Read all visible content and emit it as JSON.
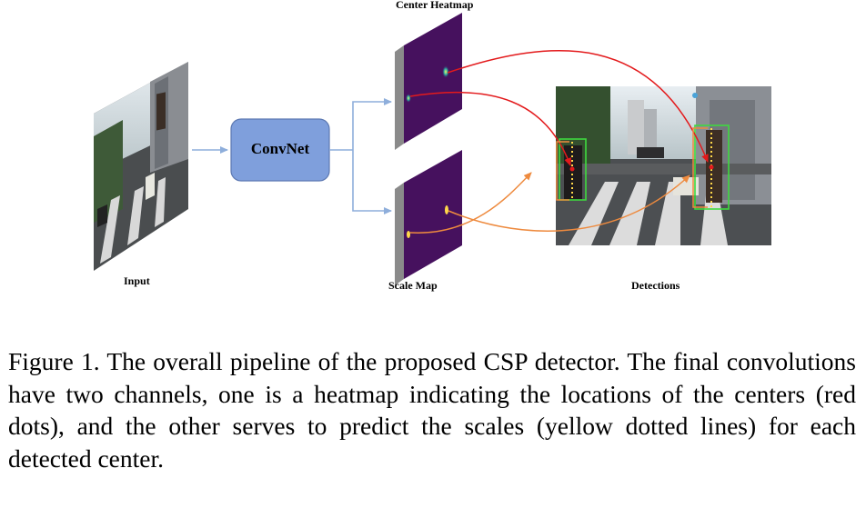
{
  "figure": {
    "labels": {
      "input": "Input",
      "convnet": "ConvNet",
      "center_heatmap": "Center Heatmap",
      "scale_map": "Scale Map",
      "detections": "Detections"
    },
    "colors": {
      "convnet_fill": "#7f9fdc",
      "map_fill": "#46115e",
      "center_arrow": "#e31a1c",
      "scale_arrow": "#ee8a3e",
      "flow_arrow": "#8eaedb",
      "box_green": "#3fd93f",
      "scale_dots": "#ffd84a"
    }
  },
  "caption": {
    "text": "Figure 1. The overall pipeline of the proposed CSP detector. The final convolutions have two channels, one is a heatmap indicating the locations of the centers (red dots), and the other serves to predict the scales (yellow dotted lines) for each detected center."
  }
}
